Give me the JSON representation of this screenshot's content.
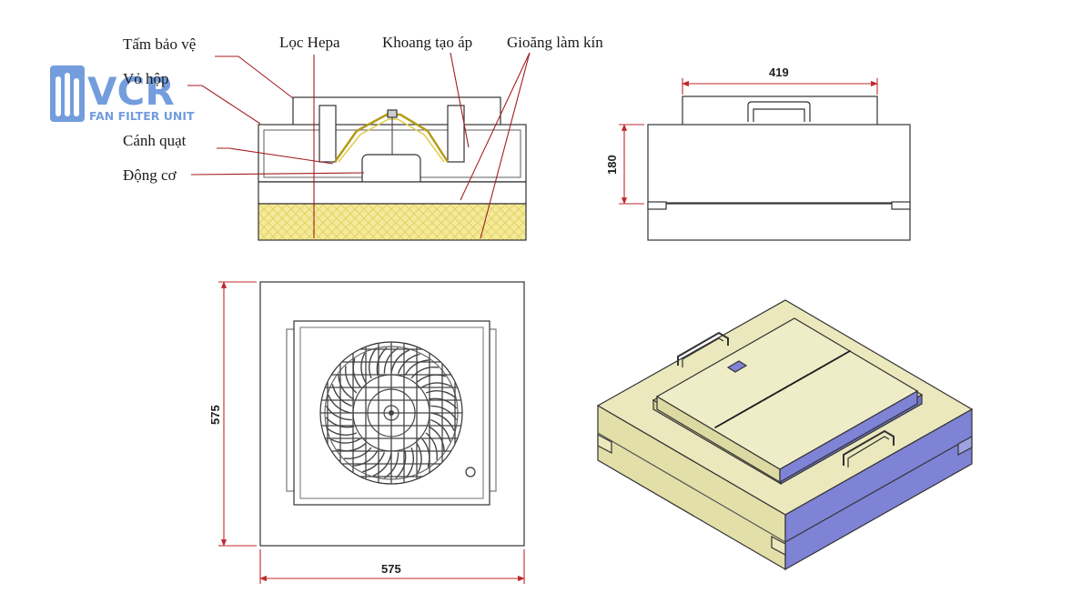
{
  "logo": {
    "letters": "VCR",
    "tagline": "FAN FILTER UNIT",
    "color": "#4a7fd0"
  },
  "labels": {
    "protective_plate": "Tấm bảo vệ",
    "housing": "Vỏ hộp",
    "fan_blade": "Cánh quạt",
    "motor": "Động cơ",
    "hepa_filter": "Lọc Hepa",
    "pressure_chamber": "Khoang tạo áp",
    "sealing_gasket": "Gioăng làm kín"
  },
  "dimensions": {
    "side_width": "419",
    "side_height": "180",
    "top_height": "575",
    "top_width": "575"
  },
  "colors": {
    "dimension": "#c0282d",
    "filter": "#f4ea9a",
    "iso_top": "#ebe8bd",
    "iso_side": "#7f83d6",
    "leader": "#a31e22"
  }
}
